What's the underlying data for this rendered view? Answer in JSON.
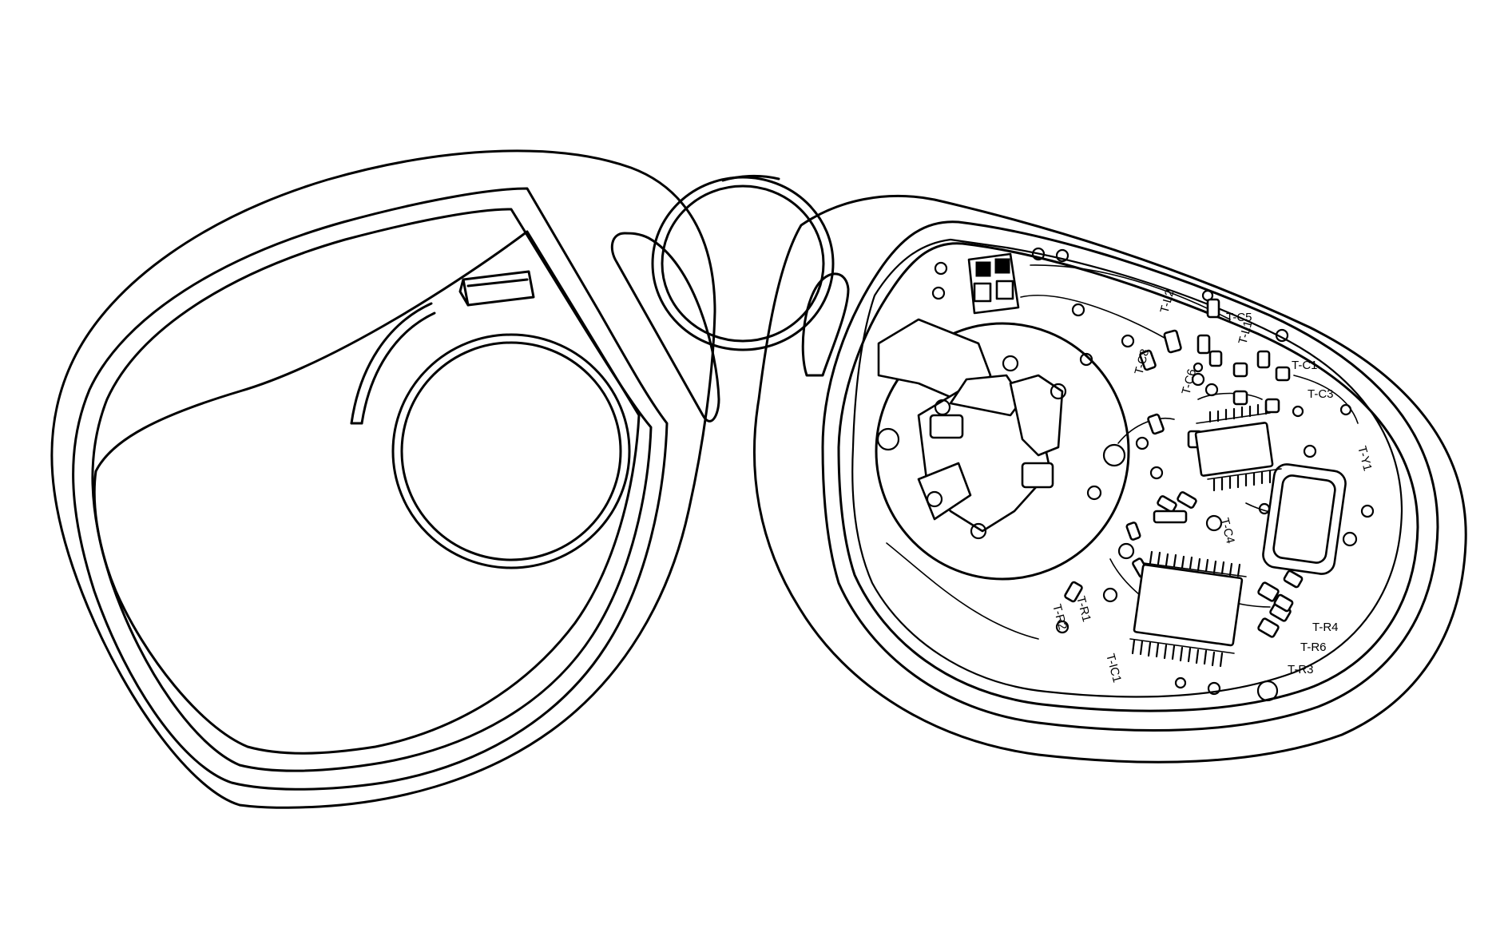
{
  "drawing": {
    "component_labels": {
      "c5": "T-C5",
      "l2": "T-L2",
      "l1": "T-L1",
      "c1": "T-C1",
      "c8": "T-C8",
      "c6": "T-C6",
      "c3": "T-C3",
      "c4": "T-C4",
      "y1": "T-Y1",
      "r1": "T-R1",
      "r2": "T-R2",
      "r4": "T-R4",
      "r6": "T-R6",
      "r3": "T-R3",
      "ic1": "T-IC1"
    }
  }
}
